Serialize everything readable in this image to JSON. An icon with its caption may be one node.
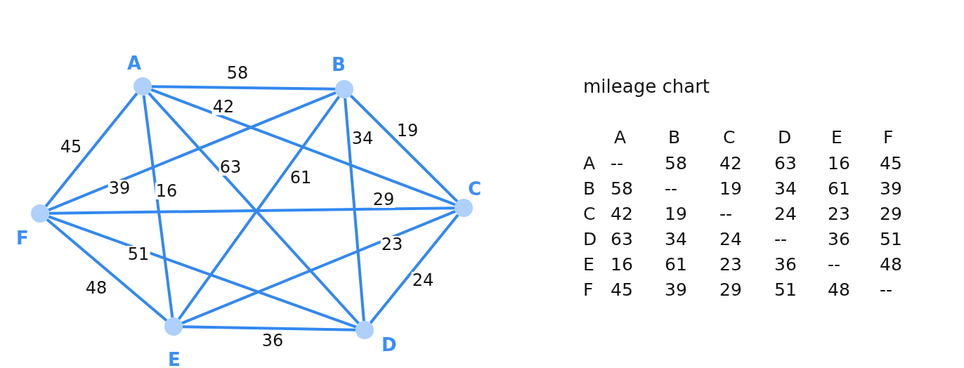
{
  "diagram": {
    "title": "mileage chart",
    "nodes": [
      {
        "text": [
          "A"
        ]
      },
      {
        "text": [
          "B"
        ]
      },
      {
        "text": [
          "C"
        ]
      },
      {
        "text": [
          "D"
        ]
      },
      {
        "text": [
          "E"
        ]
      },
      {
        "text": [
          "F"
        ]
      }
    ],
    "edges": [
      {
        "from": 0,
        "to": 1,
        "arrow": "none",
        "label": "58"
      },
      {
        "from": 0,
        "to": 2,
        "arrow": "none",
        "label": "42"
      },
      {
        "from": 0,
        "to": 3,
        "arrow": "none",
        "label": "63"
      },
      {
        "from": 0,
        "to": 4,
        "arrow": "none",
        "label": "16"
      },
      {
        "from": 0,
        "to": 5,
        "arrow": "none",
        "label": "45"
      },
      {
        "from": 1,
        "to": 2,
        "arrow": "none",
        "label": "19"
      },
      {
        "from": 1,
        "to": 3,
        "arrow": "none",
        "label": "34"
      },
      {
        "from": 1,
        "to": 4,
        "arrow": "none",
        "label": "61"
      },
      {
        "from": 1,
        "to": 5,
        "arrow": "none",
        "label": "39"
      },
      {
        "from": 2,
        "to": 3,
        "arrow": "none",
        "label": "24"
      },
      {
        "from": 2,
        "to": 4,
        "arrow": "none",
        "label": "23"
      },
      {
        "from": 2,
        "to": 5,
        "arrow": "none",
        "label": "29"
      },
      {
        "from": 3,
        "to": 4,
        "arrow": "none",
        "label": "36"
      },
      {
        "from": 3,
        "to": 5,
        "arrow": "none",
        "label": "51"
      },
      {
        "from": 4,
        "to": 5,
        "arrow": "none",
        "label": "48"
      }
    ],
    "labels": [
      "A",
      "B",
      "C",
      "D",
      "E",
      "F",
      "A",
      "--",
      "58",
      "42",
      "63",
      "16",
      "45",
      "B",
      "58",
      "--",
      "19",
      "34",
      "61",
      "39",
      "C",
      "42",
      "19",
      "--",
      "24",
      "23",
      "29",
      "D",
      "63",
      "34",
      "24",
      "--",
      "36",
      "51",
      "E",
      "16",
      "61",
      "23",
      "36",
      "--",
      "48",
      "F",
      "45",
      "39",
      "29",
      "51",
      "48",
      "--"
    ]
  }
}
